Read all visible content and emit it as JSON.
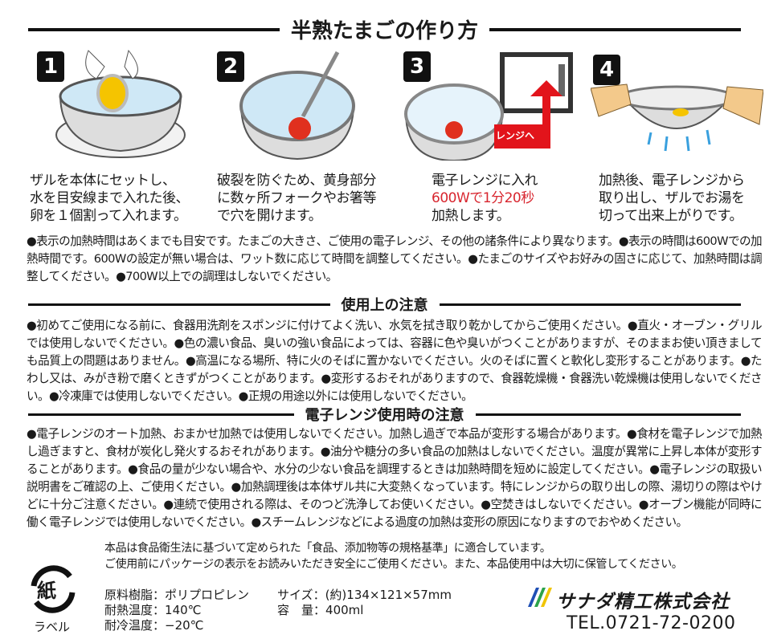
{
  "title": "半熟たまごの作り方",
  "steps": [
    {
      "number": "1",
      "text": "ザルを本体にセットし、\n水を目安線まで入れた後、\n卵を１個割って入れます。"
    },
    {
      "number": "2",
      "text": "破裂を防ぐため、黄身部分\nに数ヶ所フォークやお箸等\nで穴を開けます。"
    },
    {
      "number": "3",
      "text_before": "電子レンジに入れ",
      "highlight": "600Wで1分20秒",
      "text_after": "加熱します。",
      "arrow_label": "レンジへ"
    },
    {
      "number": "4",
      "text": "加熱後、電子レンジから\n取り出し、ザルでお湯を\n切って出来上がりです。"
    }
  ],
  "heating_notes": "●表示の加熱時間はあくまでも目安です。たまごの大きさ、ご使用の電子レンジ、その他の諸条件により異なります。●表示の時間は600Wでの加熱時間です。600Wの設定が無い場合は、ワット数に応じて時間を調整してください。●たまごのサイズやお好みの固さに応じて、加熱時間は調整してください。●700W以上での調理はしないでください。",
  "usage_caution": {
    "heading": "使用上の注意",
    "text": "●初めてご使用になる前に、食器用洗剤をスポンジに付けてよく洗い、水気を拭き取り乾かしてからご使用ください。●直火・オーブン・グリルでは使用しないでください。●色の濃い食品、臭いの強い食品によっては、容器に色や臭いがつくことがありますが、そのままお使い頂きましても品質上の問題はありません。●高温になる場所、特に火のそばに置かないでください。火のそばに置くと軟化し変形することがあります。●たわし又は、みがき粉で磨くときずがつくことがあります。●変形するおそれがありますので、食器乾燥機・食器洗い乾燥機は使用しないでください。●冷凍庫では使用しないでください。●正規の用途以外には使用しないでください。"
  },
  "microwave_caution": {
    "heading": "電子レンジ使用時の注意",
    "text": "●電子レンジのオート加熱、おまかせ加熱では使用しないでください。加熱し過ぎで本品が変形する場合があります。●食材を電子レンジで加熱し過ぎますと、食材が炭化し発火するおそれがあります。●油分や糖分の多い食品の加熱はしないでください。温度が異常に上昇し本体が変形することがあります。●食品の量が少ない場合や、水分の少ない食品を調理するときは加熱時間を短めに設定してください。●電子レンジの取扱い説明書をご確認の上、ご使用ください。●加熱調理後は本体ザル共に大変熱くなっています。特にレンジからの取り出しの際、湯切りの際はやけどに十分ご注意ください。●連続で使用される際は、そのつど洗浄してお使いください。●空焚きはしないでください。●オーブン機能が同時に働く電子レンジでは使用しないでください。●スチームレンジなどによる過度の加熱は変形の原因になりますのでおやめください。"
  },
  "footer": {
    "notice_1": "本品は食品衛生法に基づいて定められた「食品、添加物等の規格基準」に適合しています。",
    "notice_2": "ご使用前にパッケージの表示をお読みいただき安全にご使用ください。また、本品使用中は大切に保管してください。",
    "recycle_mark": "紙",
    "recycle_label": "ラベル",
    "specs": [
      {
        "label": "原料樹脂",
        "value": "ポリプロピレン"
      },
      {
        "label": "耐熱温度",
        "value": "140℃"
      },
      {
        "label": "耐冷温度",
        "value": "−20℃"
      },
      {
        "label": "サイズ",
        "value": "(約)134×121×57mm"
      },
      {
        "label": "容　量",
        "value": "400ml"
      }
    ],
    "company": "サナダ精工株式会社",
    "tel": "TEL.0721-72-0200"
  }
}
